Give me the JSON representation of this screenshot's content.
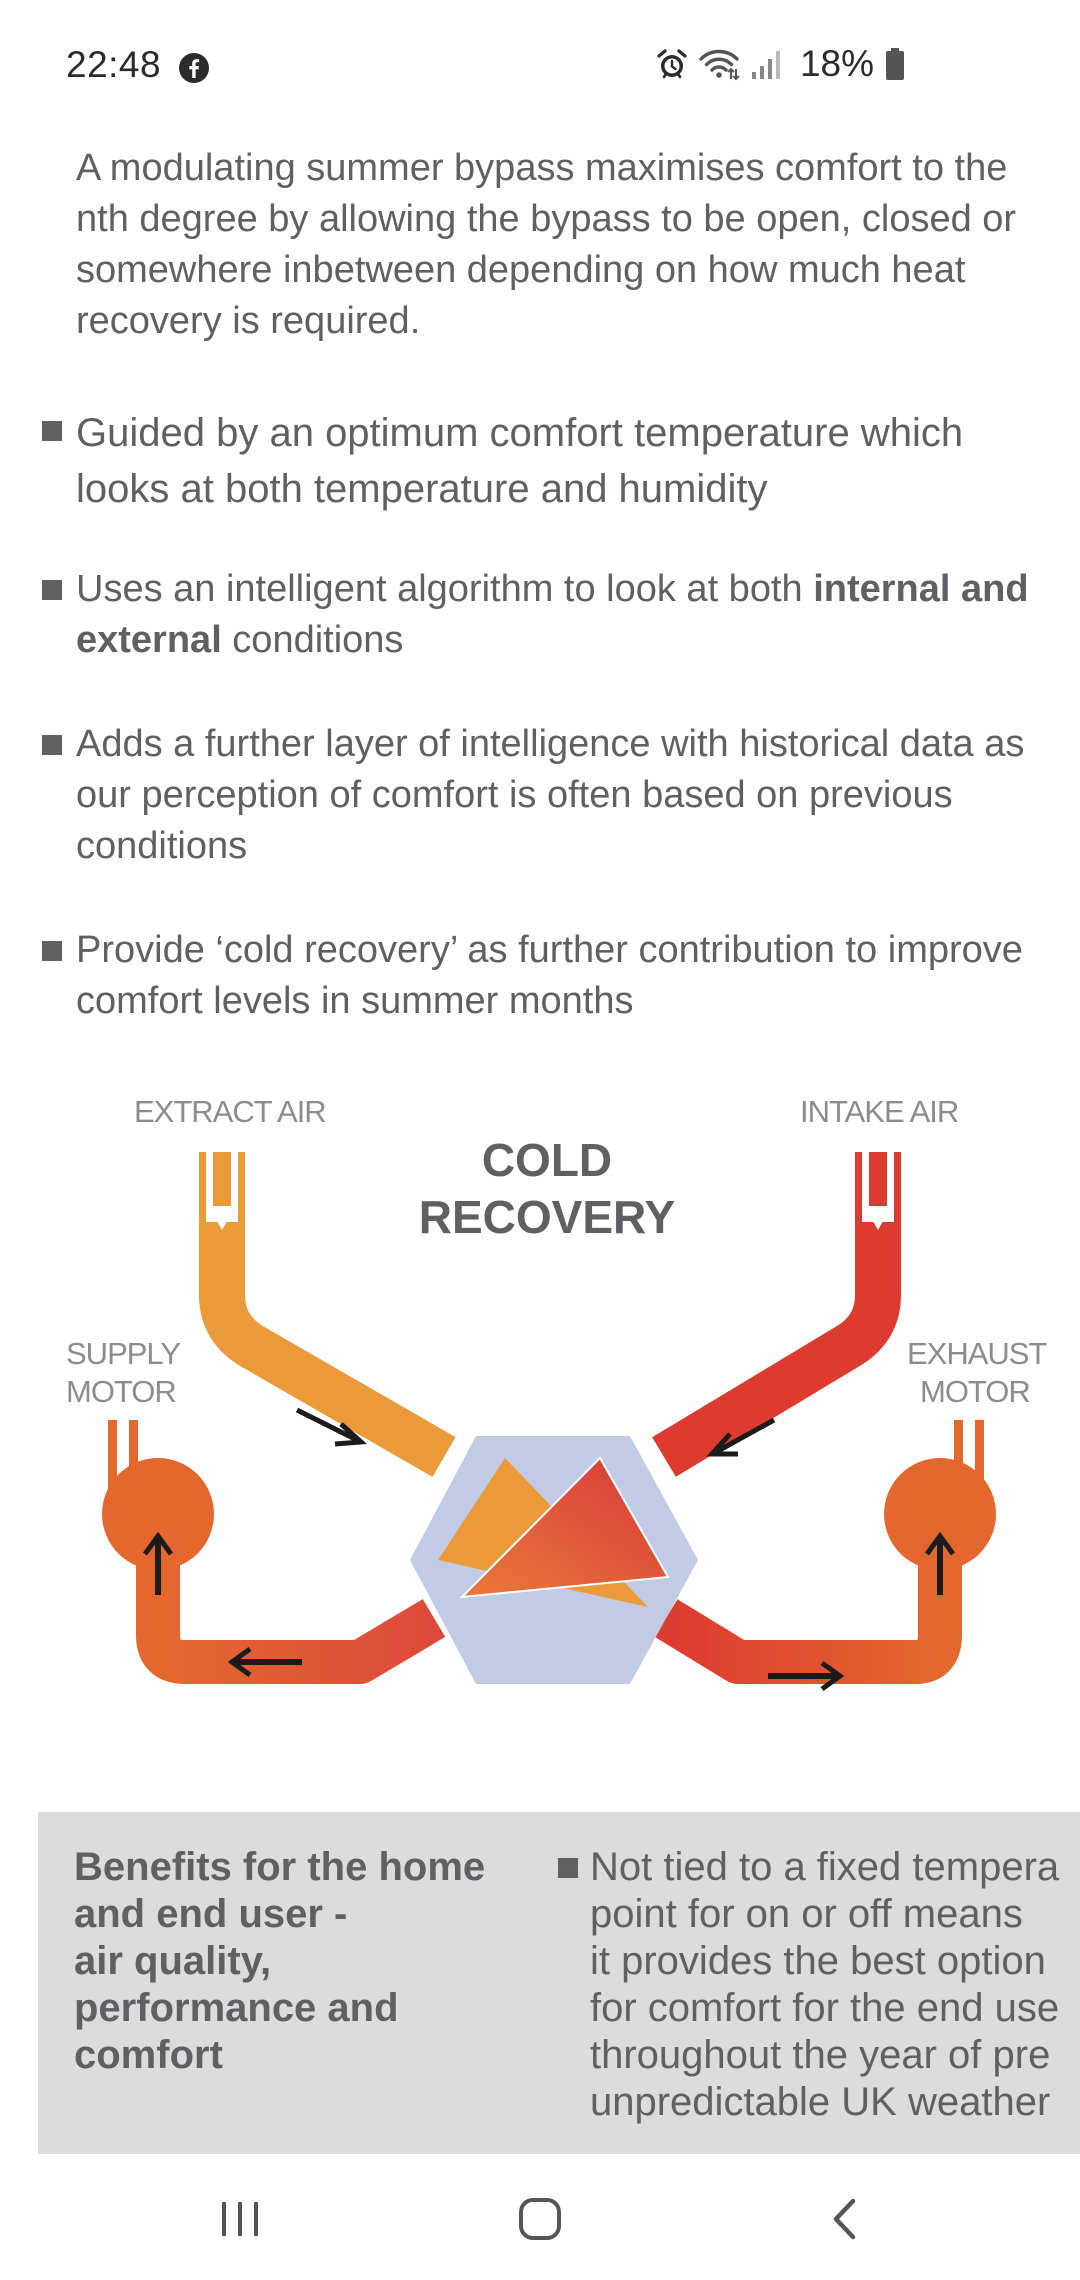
{
  "status_bar": {
    "time": "22:48",
    "battery": "18%",
    "icons": [
      "facebook-icon",
      "alarm-icon",
      "wifi-icon",
      "signal-icon",
      "battery-icon"
    ]
  },
  "intro": "A modulating summer bypass maximises comfort to the nth degree by allowing the bypass to be open, closed or somewhere inbetween depending on how much heat recovery is required.",
  "bullets": {
    "b1": "Guided by an optimum comfort temperature which looks at both temperature and humidity",
    "b2_pre": "Uses an intelligent algorithm to look at both ",
    "b2_bold": "internal and external",
    "b2_post": " conditions",
    "b3": "Adds a further layer of intelligence with historical data as our perception of comfort is often based on previous conditions",
    "b4": "Provide ‘cold recovery’ as further contribution to improve comfort levels in summer months"
  },
  "diagram": {
    "title_line1": "COLD",
    "title_line2": "RECOVERY",
    "extract_air": "EXTRACT AIR",
    "intake_air": "INTAKE AIR",
    "supply_line1": "SUPPLY",
    "supply_line2": "MOTOR",
    "exhaust_line1": "EXHAUST",
    "exhaust_line2": "MOTOR",
    "colors": {
      "orange": "#eb9a3a",
      "red": "#dd3a30",
      "motor": "#e4682e",
      "hexagon": "#c2cbe5"
    }
  },
  "benefits": {
    "title_line1": "Benefits for the home",
    "title_line2": "and end user -",
    "title_line3": "air quality,",
    "title_line4": "performance and",
    "title_line5": "comfort",
    "bullet_line1": "Not tied to a fixed tempera",
    "bullet_line2": "point for on or off means",
    "bullet_line3": "it provides the best option",
    "bullet_line4": "for comfort for the end use",
    "bullet_line5": "throughout the year of pre",
    "bullet_line6": "unpredictable UK weather"
  },
  "nav_bar": {
    "icons": [
      "recent-apps-icon",
      "home-icon",
      "back-icon"
    ]
  }
}
